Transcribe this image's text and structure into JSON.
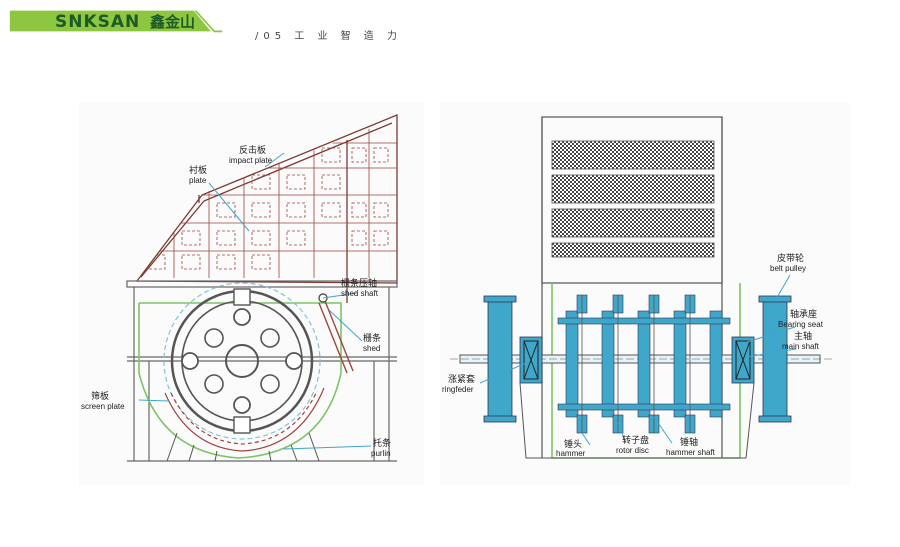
{
  "header": {
    "brand_en": "SNKSAN",
    "brand_cn": "鑫金山",
    "page_tag": "/05 工 业 智 造 力"
  },
  "left_diagram": {
    "labels": {
      "impact_plate_cn": "反击板",
      "impact_plate_en": "impact plate",
      "plate_cn": "衬板",
      "plate_en": "plate",
      "shed_shaft_cn": "栅条压轴",
      "shed_shaft_en": "shed shaft",
      "shed_cn": "栅条",
      "shed_en": "shed",
      "screen_plate_cn": "筛板",
      "screen_plate_en": "screen plate",
      "purlin_cn": "托条",
      "purlin_en": "purlin"
    }
  },
  "right_diagram": {
    "labels": {
      "belt_pulley_cn": "皮带轮",
      "belt_pulley_en": "belt pulley",
      "bearing_seat_cn": "轴承座",
      "bearing_seat_en": "Bearing seat",
      "main_shaft_cn": "主轴",
      "main_shaft_en": "main shaft",
      "ringfeder_cn": "涨紧套",
      "ringfeder_en": "ringfeder",
      "hammer_cn": "锤头",
      "hammer_en": "hammer",
      "rotor_disc_cn": "转子盘",
      "rotor_disc_en": "rotor disc",
      "hammer_shaft_cn": "锤轴",
      "hammer_shaft_en": "hammer shaft"
    }
  },
  "colors": {
    "brand_green": "#8dc63f",
    "dark_green": "#1e5a25",
    "line_red": "#a0443c",
    "part_blue": "#3fa7c9",
    "outline_green": "#7dc466",
    "ink": "#333333"
  }
}
